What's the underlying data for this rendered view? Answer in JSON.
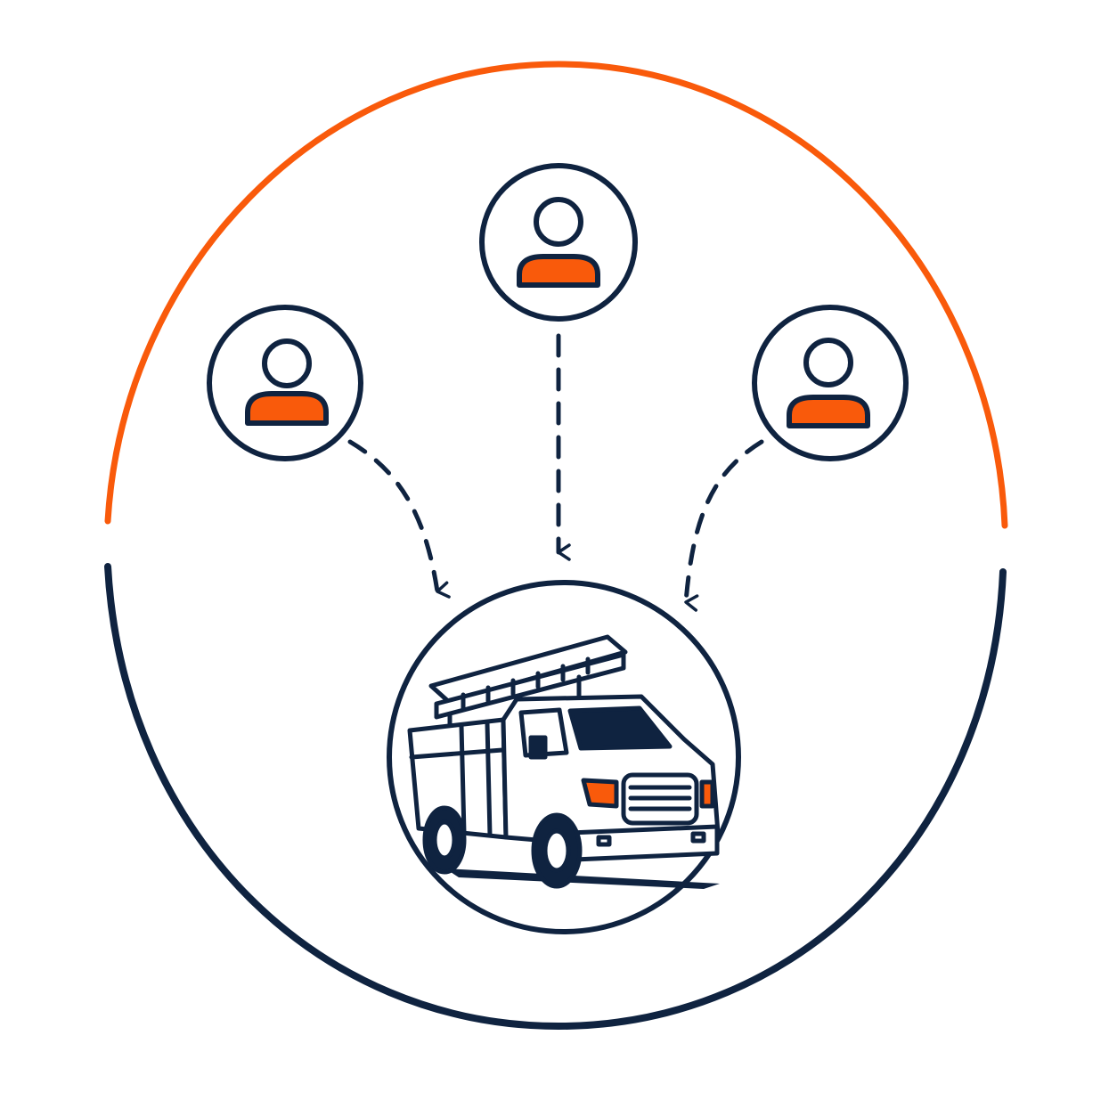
{
  "colors": {
    "accent": "#F95A0B",
    "navy": "#0F2340",
    "background": "#FFFFFF"
  },
  "diagram": {
    "outer_ring": {
      "top_arc_color": "accent",
      "bottom_arc_color": "navy"
    },
    "people": [
      {
        "icon": "person-icon",
        "position": "left"
      },
      {
        "icon": "person-icon",
        "position": "center"
      },
      {
        "icon": "person-icon",
        "position": "right"
      }
    ],
    "connectors": [
      {
        "from": "left",
        "to": "vehicle",
        "style": "dashed-arrow"
      },
      {
        "from": "center",
        "to": "vehicle",
        "style": "dashed-arrow"
      },
      {
        "from": "right",
        "to": "vehicle",
        "style": "dashed-arrow"
      }
    ],
    "vehicle": {
      "icon": "utility-truck-icon"
    }
  }
}
